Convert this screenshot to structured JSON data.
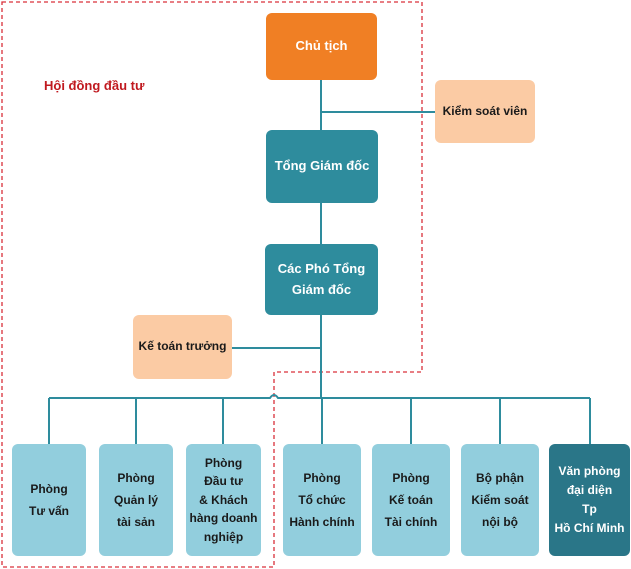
{
  "group_label": "Hội đồng đầu tư",
  "chairman": "Chủ tịch",
  "supervisor": "Kiểm soát viên",
  "ceo": "Tổng Giám đốc",
  "deputy_ceo": "Các Phó Tổng\nGiám đốc",
  "chief_accountant": "Kế toán trưởng",
  "departments": [
    "Phòng\nTư vấn",
    "Phòng\nQuản lý\ntài sản",
    "Phòng\nĐầu tư\n& Khách\nhàng doanh\nnghiệp",
    "Phòng\nTổ chức\nHành chính",
    "Phòng\nKế toán\nTài chính",
    "Bộ phận\nKiểm soát\nnội bộ",
    "Văn phòng\nđại diện\nTp\nHồ Chí Minh"
  ],
  "colors": {
    "chairman": "#f07f24",
    "executive": "#2e8c9d",
    "staff": "#fbcba4",
    "department": "#92cedd",
    "branch": "#2a7688",
    "group_border": "#d9303a",
    "connector": "#2e8c9d"
  }
}
